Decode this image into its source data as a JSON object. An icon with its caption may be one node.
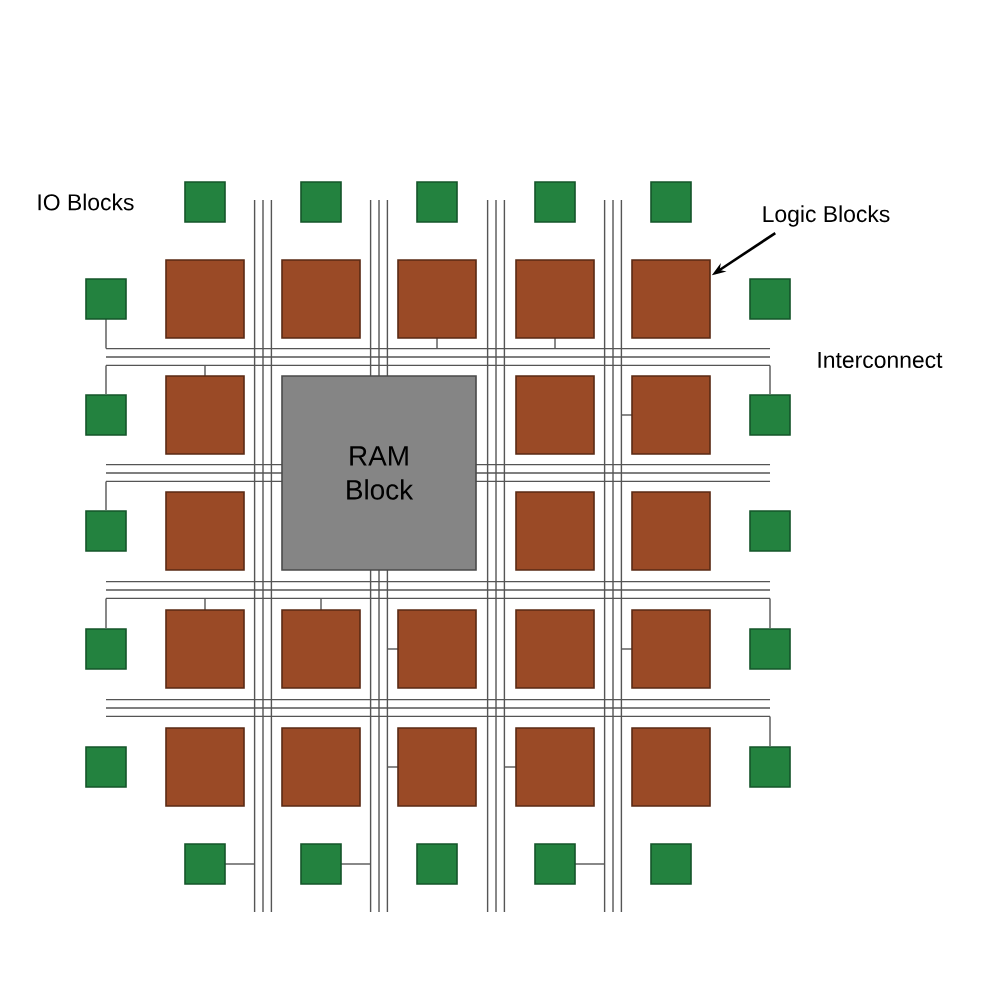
{
  "diagram": {
    "nodes": [
      {
        "text": [
          "Logic Blocks"
        ]
      },
      {
        "text": [
          "RAM Block"
        ]
      },
      {
        "text": [],
        "shape": "box"
      },
      {
        "text": [],
        "shape": "box"
      },
      {
        "text": [],
        "shape": "box"
      },
      {
        "text": [],
        "shape": "box"
      },
      {
        "text": [],
        "shape": "box"
      },
      {
        "text": [],
        "shape": "box"
      },
      {
        "text": [],
        "shape": "box"
      },
      {
        "text": [],
        "shape": "box"
      },
      {
        "text": [],
        "shape": "box"
      },
      {
        "text": [],
        "shape": "box"
      },
      {
        "text": [],
        "shape": "box"
      },
      {
        "text": [],
        "shape": "box"
      },
      {
        "text": [],
        "shape": "box"
      },
      {
        "text": [],
        "shape": "box"
      },
      {
        "text": [],
        "shape": "box"
      },
      {
        "text": [],
        "shape": "box"
      },
      {
        "text": [],
        "shape": "box"
      },
      {
        "text": [],
        "shape": "box"
      },
      {
        "text": [],
        "shape": "box"
      },
      {
        "text": [],
        "shape": "box"
      },
      {
        "text": [],
        "shape": "box"
      },
      {
        "text": [],
        "shape": "box"
      },
      {
        "text": [],
        "shape": "box"
      },
      {
        "text": [],
        "shape": "box"
      },
      {
        "text": [],
        "shape": "box"
      },
      {
        "text": [],
        "shape": "box"
      },
      {
        "text": [],
        "shape": "box"
      },
      {
        "text": [],
        "shape": "box"
      },
      {
        "text": [],
        "shape": "box"
      },
      {
        "text": [],
        "shape": "box"
      },
      {
        "text": [],
        "shape": "box"
      },
      {
        "text": [],
        "shape": "box"
      },
      {
        "text": [],
        "shape": "box"
      },
      {
        "text": [],
        "shape": "box"
      },
      {
        "text": [],
        "shape": "box"
      },
      {
        "text": [],
        "shape": "box"
      },
      {
        "text": [],
        "shape": "box"
      },
      {
        "text": [],
        "shape": "box"
      },
      {
        "text": [],
        "shape": "box"
      },
      {
        "text": [],
        "shape": "box"
      },
      {
        "text": [],
        "shape": "box"
      }
    ],
    "edges": [
      {
        "from": 0,
        "to": 12,
        "arrow": "to"
      }
    ],
    "labels": [
      "IO Blocks",
      "Interconnect"
    ]
  }
}
